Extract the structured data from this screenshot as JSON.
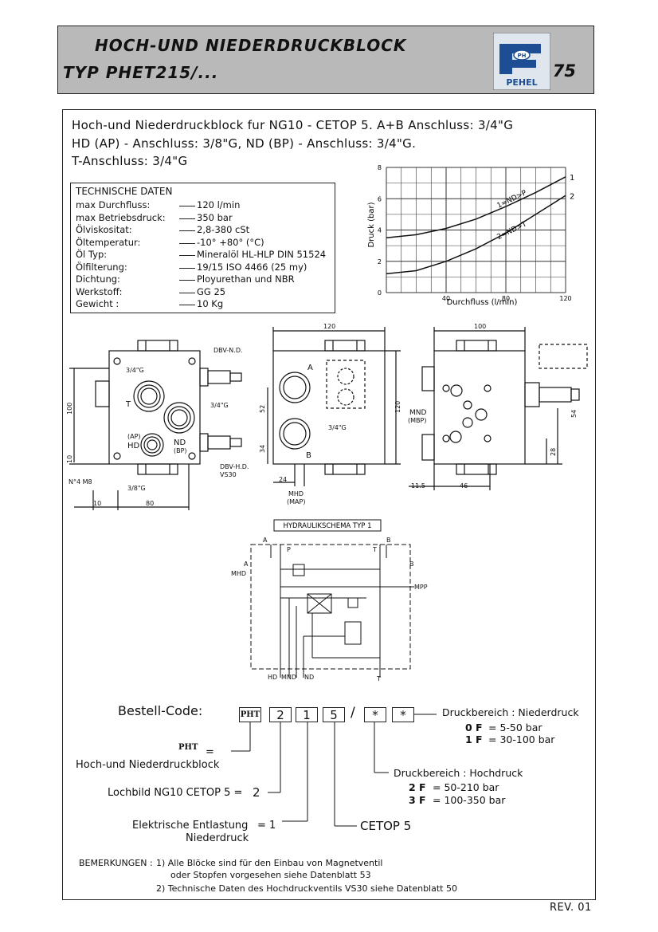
{
  "header": {
    "title_line1": "HOCH-UND NIEDERDRUCKBLOCK",
    "title_line2": "TYP PHET215/...",
    "page_number": "75",
    "logo_text": "PEHEL",
    "logo_badge": "PH"
  },
  "intro": {
    "line1": "Hoch-und Niederdruckblock fur NG10 - CETOP 5. A+B Anschluss: 3/4\"G",
    "line2": "HD (AP) - Anschluss: 3/8\"G, ND (BP) - Anschluss: 3/4\"G.",
    "line3": "T-Anschluss: 3/4\"G"
  },
  "tech": {
    "title": "TECHNISCHE DATEN",
    "rows": [
      {
        "label": "max Durchfluss:",
        "value": "120 l/min"
      },
      {
        "label": "max Betriebsdruck:",
        "value": "350 bar"
      },
      {
        "label": "Ölviskositat:",
        "value": "2,8-380 cSt"
      },
      {
        "label": "Öltemperatur:",
        "value": "-10° +80° (°C)"
      },
      {
        "label": "Öl Typ:",
        "value": "Mineralöl HL-HLP DIN 51524"
      },
      {
        "label": "Ölfilterung:",
        "value": "19/15 ISO 4466 (25 my)"
      },
      {
        "label": "Dichtung:",
        "value": "Ployurethan und NBR"
      },
      {
        "label": "Werkstoff:",
        "value": "GG 25"
      },
      {
        "label": "Gewicht :",
        "value": "10 Kg"
      }
    ]
  },
  "chart_data": {
    "type": "line",
    "xlabel": "Durchfluss (l/min)",
    "ylabel": "Druck (bar)",
    "xlim": [
      0,
      120
    ],
    "ylim": [
      0,
      8
    ],
    "x_ticks": [
      "0",
      "40",
      "80",
      "120"
    ],
    "y_ticks": [
      "2",
      "4",
      "6",
      "8"
    ],
    "grid": true,
    "series": [
      {
        "name": "1",
        "label": "1=ND>P",
        "x": [
          0,
          20,
          40,
          60,
          80,
          100,
          120
        ],
        "values": [
          3.5,
          3.7,
          4.1,
          4.7,
          5.5,
          6.4,
          7.4
        ]
      },
      {
        "name": "2",
        "label": "2=ND>T",
        "x": [
          0,
          20,
          40,
          60,
          80,
          100,
          120
        ],
        "values": [
          1.2,
          1.4,
          2.0,
          2.8,
          3.8,
          5.0,
          6.2
        ]
      }
    ]
  },
  "drawing": {
    "left_view": {
      "dbv_nd": "DBV-N.D.",
      "dbv_hd": "DBV-H.D.",
      "vs30": "VS30",
      "g34_a": "3/4\"G",
      "g34_b": "3/4\"G",
      "g38": "3/8\"G",
      "t": "T",
      "ap": "(AP)",
      "hd": "HD",
      "nd": "ND",
      "bp": "(BP)",
      "m8": "N°4 M8",
      "d100": "100",
      "d10a": "10",
      "d10b": "10",
      "d80": "80"
    },
    "mid_view": {
      "d120_top": "120",
      "d120_side": "120",
      "d52": "52",
      "d34": "34",
      "d24": "24",
      "a": "A",
      "b": "B",
      "g34": "3/4\"G",
      "mhd": "MHD",
      "map": "(MAP)"
    },
    "right_view": {
      "d100": "100",
      "d54": "54",
      "d28": "28",
      "d115": "11.5",
      "d46": "46",
      "mnd": "MND",
      "mbp": "(MBP)"
    }
  },
  "schema": {
    "title": "HYDRAULIKSCHEMA TYP 1",
    "a_top": "A",
    "b_top": "B",
    "a_side": "A",
    "b_side": "B",
    "p": "P",
    "t_top": "T",
    "mhd": "MHD",
    "mpp": "MPP",
    "hd": "HD",
    "mnd": "MND",
    "nd": "ND",
    "t_bottom": "T"
  },
  "order_code": {
    "label": "Bestell-Code:",
    "boxes": [
      "PHT",
      "2",
      "1",
      "5",
      "*",
      "*"
    ],
    "slash": "/",
    "pht_key": "PHT",
    "eq": "=",
    "pht_desc": "Hoch-und Niederdruckblock",
    "lochbild": "Lochbild NG10   CETOP 5 =",
    "lochbild_val": "2",
    "entlastung_l1": "Elektrische Entlastung",
    "entlastung_eq": "= 1",
    "entlastung_l2": "Niederdruck",
    "cetop5": "CETOP 5",
    "nd_title": "Druckbereich :  Niederdruck",
    "nd_opt1_code": "0 F",
    "nd_opt1": "=  5-50 bar",
    "nd_opt2_code": "1 F",
    "nd_opt2": "=  30-100 bar",
    "hd_title": "Druckbereich :  Hochdruck",
    "hd_opt1_code": "2 F",
    "hd_opt1": "=  50-210 bar",
    "hd_opt2_code": "3 F",
    "hd_opt2": "=  100-350 bar"
  },
  "remarks": {
    "label": "BEMERKUNGEN :",
    "r1a": "1)  Alle Blöcke sind für den Einbau von Magnetventil",
    "r1b": "oder Stopfen vorgesehen siehe Datenblatt 53",
    "r2": "2)  Technische Daten des Hochdruckventils VS30 siehe Datenblatt 50"
  },
  "footer": {
    "rev": "REV. 01"
  }
}
